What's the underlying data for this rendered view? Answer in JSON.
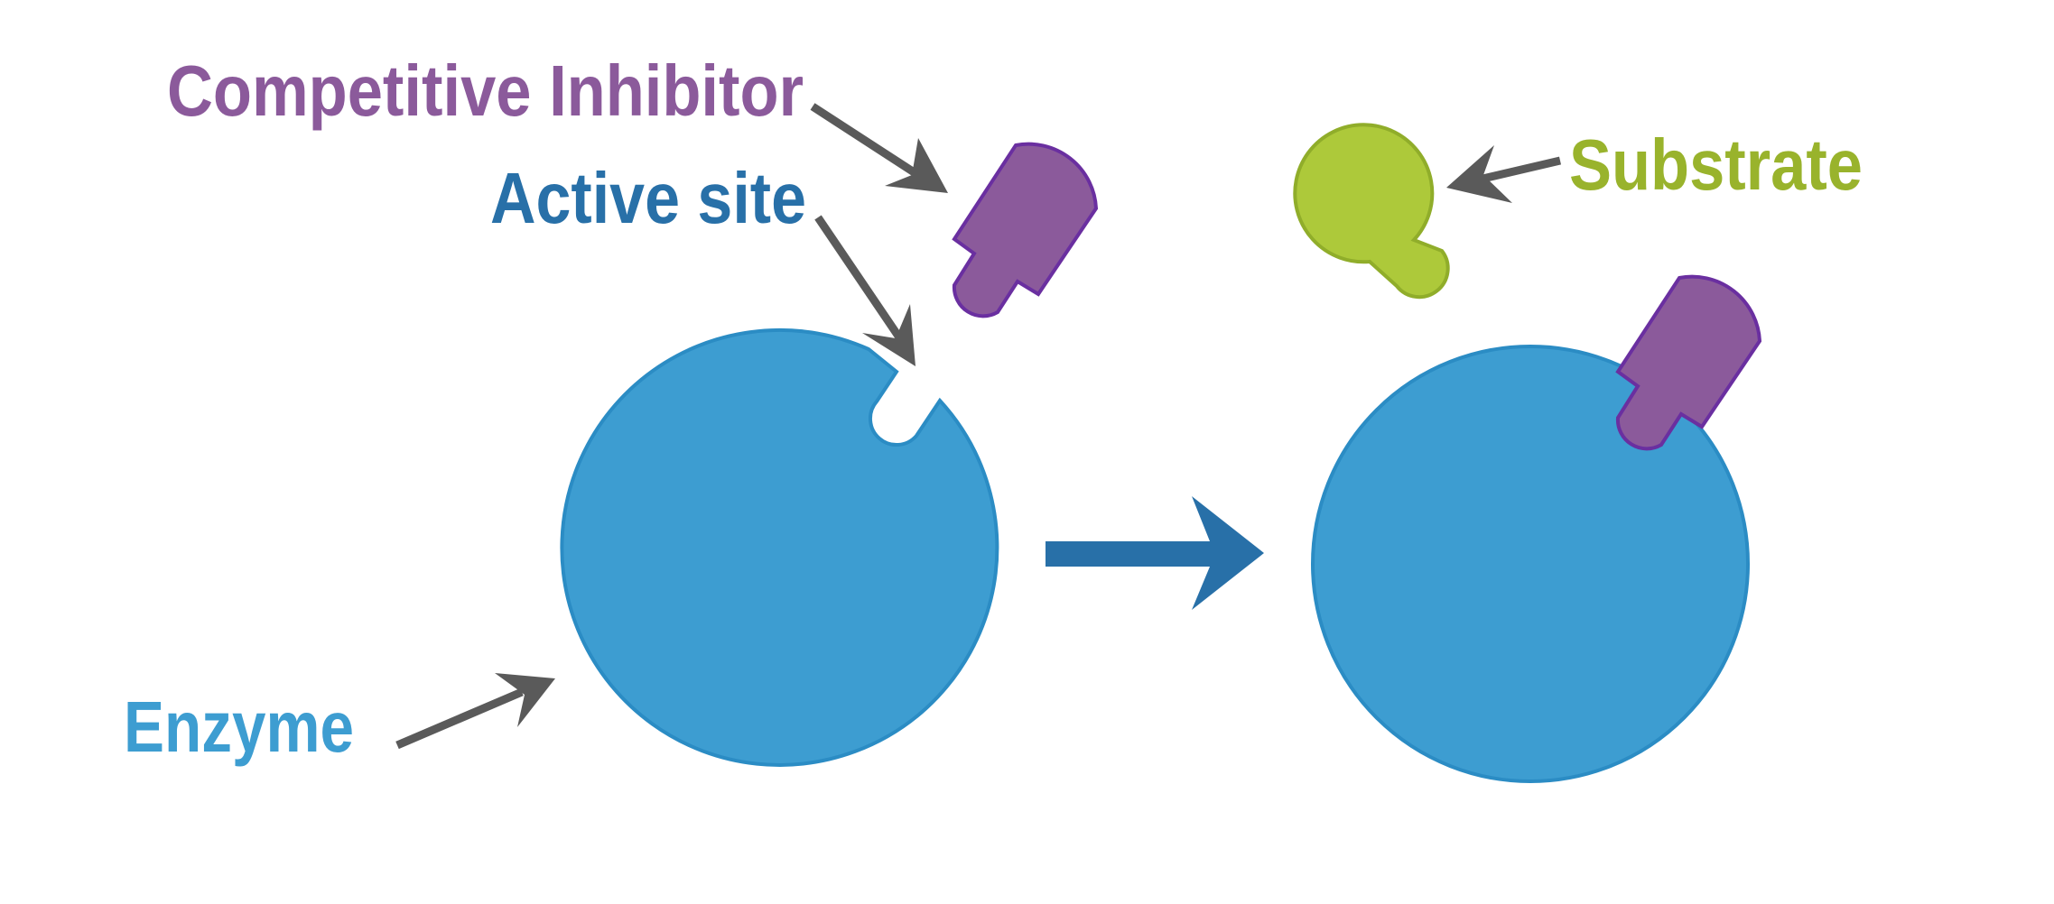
{
  "labels": {
    "competitive_inhibitor": "Competitive Inhibitor",
    "active_site": "Active site",
    "substrate": "Substrate",
    "enzyme": "Enzyme"
  },
  "colors": {
    "inhibitor_purple": "#8b5a9b",
    "inhibitor_stroke": "#6a2fa0",
    "active_site_blue": "#2870a8",
    "enzyme_fill": "#3d9dd1",
    "enzyme_stroke": "#2b8cc4",
    "enzyme_label": "#3d9dd1",
    "substrate_green": "#adc93a",
    "substrate_stroke": "#90ad2a",
    "substrate_label": "#99b32c",
    "pointer_gray": "#5a5a5a",
    "reaction_arrow": "#2870a8"
  }
}
